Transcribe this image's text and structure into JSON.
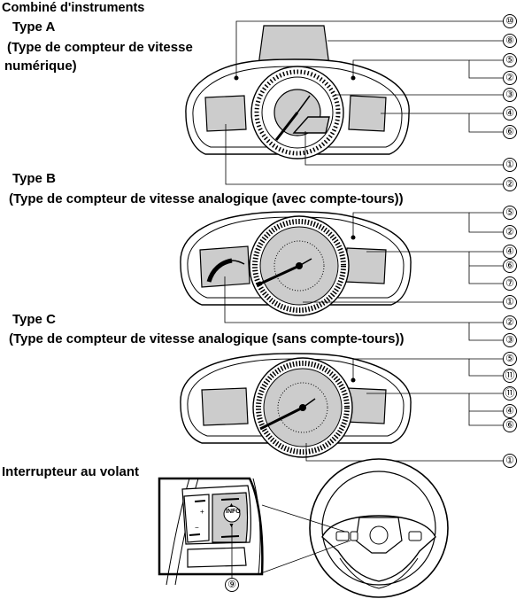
{
  "headings": {
    "main": "Combiné d'instruments",
    "type_a": "Type A",
    "type_a_sub1": "(Type de compteur de vitesse",
    "type_a_sub2": "numérique)",
    "type_b": "Type B",
    "type_b_sub": "(Type de compteur de vitesse analogique (avec compte-tours))",
    "type_c": "Type C",
    "type_c_sub": "(Type de compteur de vitesse analogique (sans compte-tours))",
    "switch": "Interrupteur au volant"
  },
  "callouts": {
    "a": [
      "⑩",
      "⑧",
      "⑤",
      "②",
      "③",
      "④",
      "⑥",
      "①",
      "②"
    ],
    "b": [
      "⑤",
      "②",
      "④",
      "⑥",
      "⑦",
      "①",
      "②",
      "③"
    ],
    "c": [
      "⑤",
      "⑪",
      "⑪",
      "④",
      "⑥",
      "①"
    ],
    "sw": [
      "⑨"
    ]
  },
  "switch_labels": {
    "info": "INFO",
    "up": "▲",
    "down": "▼",
    "plus": "+",
    "minus": "−"
  }
}
